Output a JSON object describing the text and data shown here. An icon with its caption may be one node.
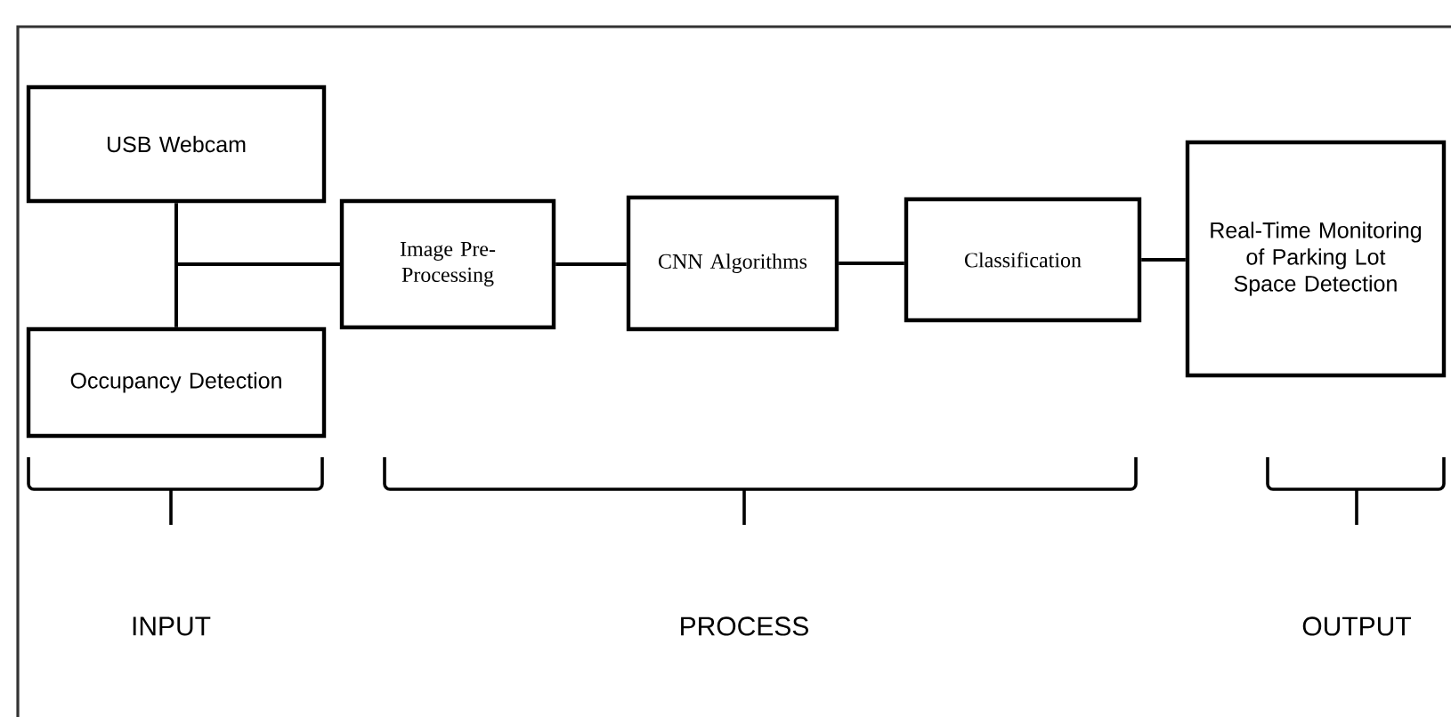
{
  "diagram": {
    "nodes": [
      {
        "text": [
          "USB Webcam"
        ]
      },
      {
        "text": [
          "Occupancy Detection"
        ]
      },
      {
        "text": [
          "Image Pre-Processing"
        ]
      },
      {
        "text": [
          "CNN Algorithms"
        ]
      },
      {
        "text": [
          "Classification"
        ]
      },
      {
        "text": [
          "Real-Time Monitoring of Parking Lot Space Detection"
        ]
      }
    ],
    "edges": [
      {
        "from": 0,
        "to": 2,
        "arrow": "none"
      },
      {
        "from": 1,
        "to": 2,
        "arrow": "none"
      },
      {
        "from": 2,
        "to": 3,
        "arrow": "none"
      },
      {
        "from": 3,
        "to": 4,
        "arrow": "none"
      },
      {
        "from": 4,
        "to": 5,
        "arrow": "none"
      }
    ],
    "labels": [
      "INPUT",
      "PROCESS",
      "OUTPUT"
    ]
  }
}
